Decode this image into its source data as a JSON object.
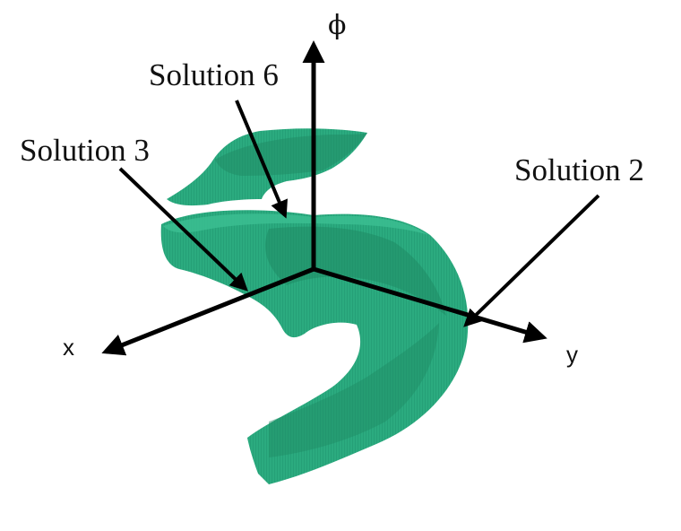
{
  "labels": {
    "solution6": "Solution 6",
    "solution3": "Solution 3",
    "solution2": "Solution 2"
  },
  "axes": {
    "x": "x",
    "y": "y",
    "phi": "ϕ"
  },
  "colors": {
    "surface": "#2bab7f",
    "surface_dark": "#1f8a64",
    "surface_shadow": "#187052",
    "surface_light": "#3cbf92",
    "axis": "#000000"
  }
}
